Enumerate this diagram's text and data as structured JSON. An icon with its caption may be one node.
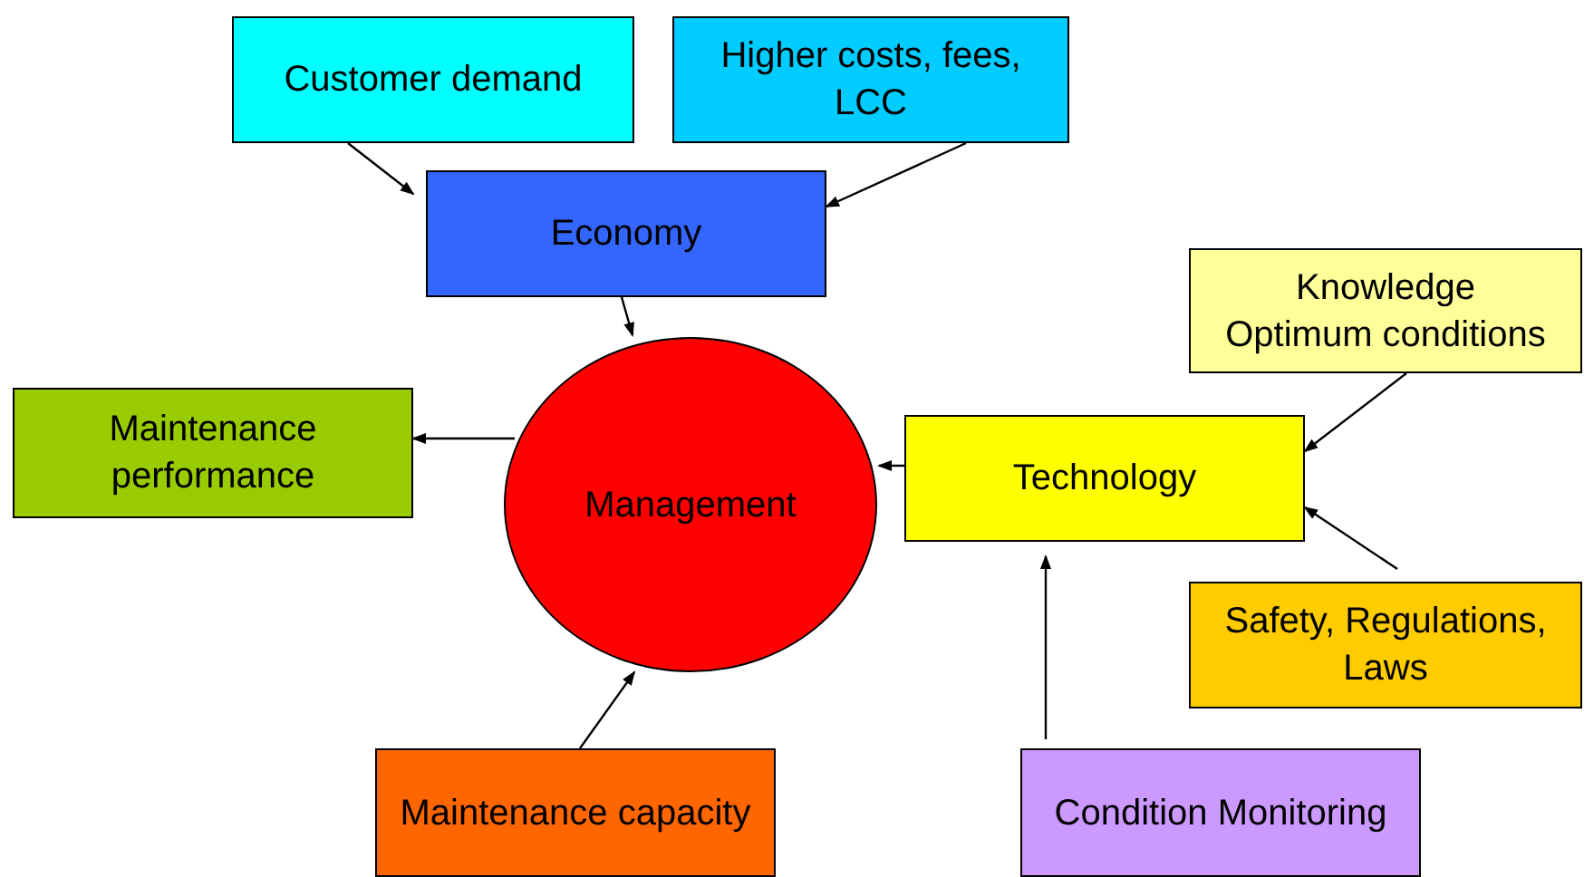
{
  "diagram": {
    "nodes": [
      {
        "text": [
          "Customer demand"
        ]
      },
      {
        "text": [
          "Higher costs, fees, LCC"
        ]
      },
      {
        "text": [
          "Economy"
        ]
      },
      {
        "text": [
          "Knowledge",
          "Optimum conditions"
        ]
      },
      {
        "text": [
          "Maintenance performance"
        ]
      },
      {
        "text": [
          "Management"
        ]
      },
      {
        "text": [
          "Technology"
        ]
      },
      {
        "text": [
          "Safety, Regulations, Laws"
        ]
      },
      {
        "text": [
          "Maintenance capacity"
        ]
      },
      {
        "text": [
          "Condition Monitoring"
        ]
      }
    ],
    "edges": [
      {
        "from": 0,
        "to": 2,
        "arrow": "to"
      },
      {
        "from": 1,
        "to": 2,
        "arrow": "to"
      },
      {
        "from": 2,
        "to": 5,
        "arrow": "to"
      },
      {
        "from": 5,
        "to": 4,
        "arrow": "to"
      },
      {
        "from": 6,
        "to": 5,
        "arrow": "to"
      },
      {
        "from": 3,
        "to": 6,
        "arrow": "to"
      },
      {
        "from": 7,
        "to": 6,
        "arrow": "to"
      },
      {
        "from": 8,
        "to": 5,
        "arrow": "to"
      },
      {
        "from": 9,
        "to": 6,
        "arrow": "to"
      }
    ]
  }
}
